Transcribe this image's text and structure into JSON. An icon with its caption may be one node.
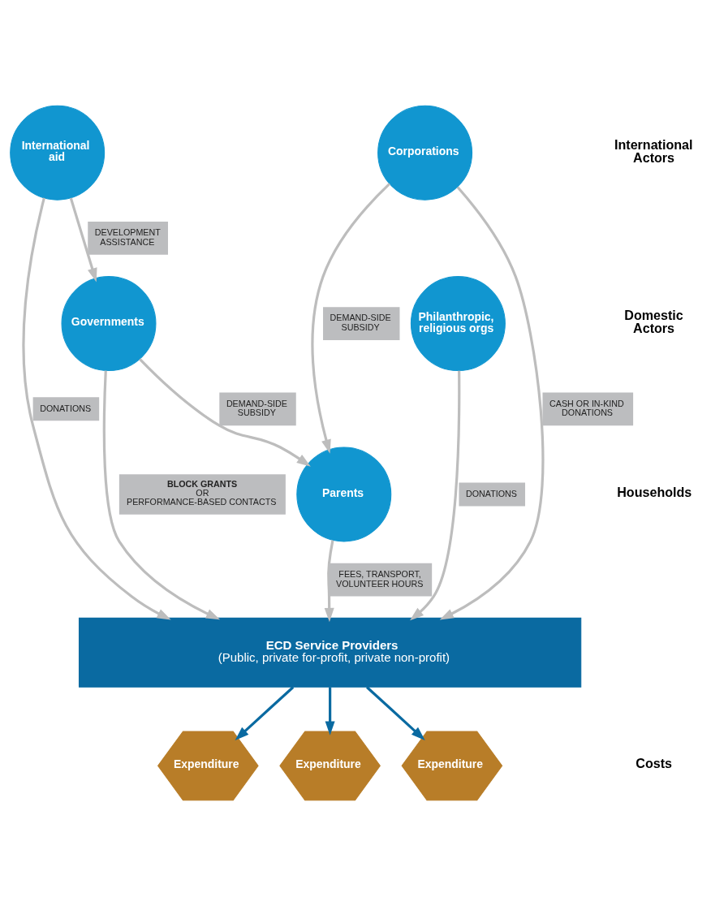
{
  "diagram": {
    "nodes": [
      {
        "text": [
          "International aid"
        ]
      },
      {
        "text": [
          "Corporations"
        ]
      },
      {
        "text": [
          "Philanthropic, religious orgs"
        ]
      },
      {
        "text": [
          "Governments"
        ]
      },
      {
        "text": [
          "Parents"
        ]
      },
      {
        "text": [
          "ECD Service Providers",
          "(Public, private for-profit, private non-profit)"
        ]
      },
      {
        "text": [
          "Expenditure"
        ]
      },
      {
        "text": [
          "Expenditure"
        ]
      },
      {
        "text": [
          "Expenditure"
        ]
      }
    ],
    "edges": [
      {
        "from": 0,
        "to": 3,
        "arrow": "to",
        "label": "DEVELOPMENT ASSISTANCE"
      },
      {
        "from": 0,
        "to": 5,
        "arrow": "to",
        "label": "DONATIONS"
      },
      {
        "from": 1,
        "to": 5,
        "arrow": "to",
        "label": "CASH OR IN-KIND DONATIONS"
      },
      {
        "from": 1,
        "to": 4,
        "arrow": "to",
        "label": "DEMAND-SIDE SUBSIDY"
      },
      {
        "from": 2,
        "to": 5,
        "arrow": "to",
        "label": "DONATIONS"
      },
      {
        "from": 3,
        "to": 5,
        "arrow": "to",
        "label": "**BLOCK GRANTS** OR PERFORMANCE-BASED CONTACTS"
      },
      {
        "from": 3,
        "to": 4,
        "arrow": "to",
        "label": "DEMAND-SIDE SUBSIDY"
      },
      {
        "from": 4,
        "to": 5,
        "arrow": "to",
        "label": "FEES, TRANSPORT, VOLUNTEER HOURS"
      },
      {
        "from": 5,
        "to": 6,
        "arrow": "to",
        "color": "#0a6aa1"
      },
      {
        "from": 5,
        "to": 7,
        "arrow": "to",
        "color": "#0a6aa1"
      },
      {
        "from": 5,
        "to": 8,
        "arrow": "to",
        "color": "#0a6aa1"
      }
    ],
    "labels": [
      "International Actors",
      "Domestic Actors",
      "Households",
      "Costs"
    ]
  }
}
